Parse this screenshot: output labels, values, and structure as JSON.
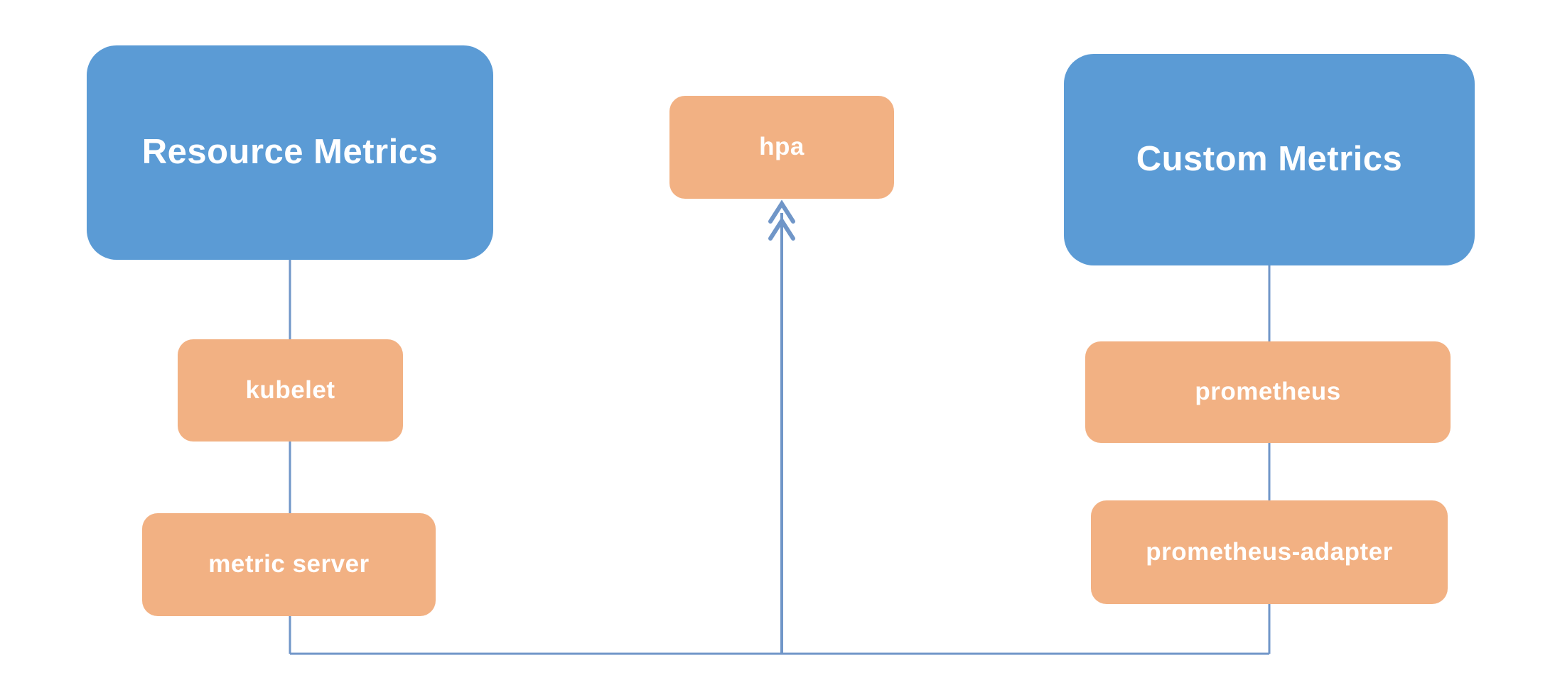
{
  "diagram": {
    "description": "Kubernetes HPA metrics pipeline diagram",
    "nodes": {
      "resource_metrics": {
        "label": "Resource Metrics",
        "kind": "category"
      },
      "custom_metrics": {
        "label": "Custom Metrics",
        "kind": "category"
      },
      "hpa": {
        "label": "hpa",
        "kind": "component"
      },
      "kubelet": {
        "label": "kubelet",
        "kind": "component"
      },
      "metric_server": {
        "label": "metric server",
        "kind": "component"
      },
      "prometheus": {
        "label": "prometheus",
        "kind": "component"
      },
      "prometheus_adapter": {
        "label": "prometheus-adapter",
        "kind": "component"
      }
    },
    "edges": [
      {
        "from": "resource_metrics",
        "to": "kubelet",
        "style": "plain-line"
      },
      {
        "from": "kubelet",
        "to": "metric_server",
        "style": "plain-line"
      },
      {
        "from": "metric_server",
        "to": "bottom-bus",
        "style": "plain-line"
      },
      {
        "from": "custom_metrics",
        "to": "prometheus",
        "style": "plain-line"
      },
      {
        "from": "prometheus",
        "to": "prometheus_adapter",
        "style": "plain-line"
      },
      {
        "from": "prometheus_adapter",
        "to": "bottom-bus",
        "style": "plain-line"
      },
      {
        "from": "bottom-bus",
        "to": "hpa",
        "style": "double-chevron-arrow-up"
      }
    ],
    "colors": {
      "category_box_fill": "#5b9bd5",
      "component_box_fill": "#f2b183",
      "connector_stroke": "#7096c8",
      "box_text": "#ffffff",
      "background": "#ffffff"
    }
  }
}
